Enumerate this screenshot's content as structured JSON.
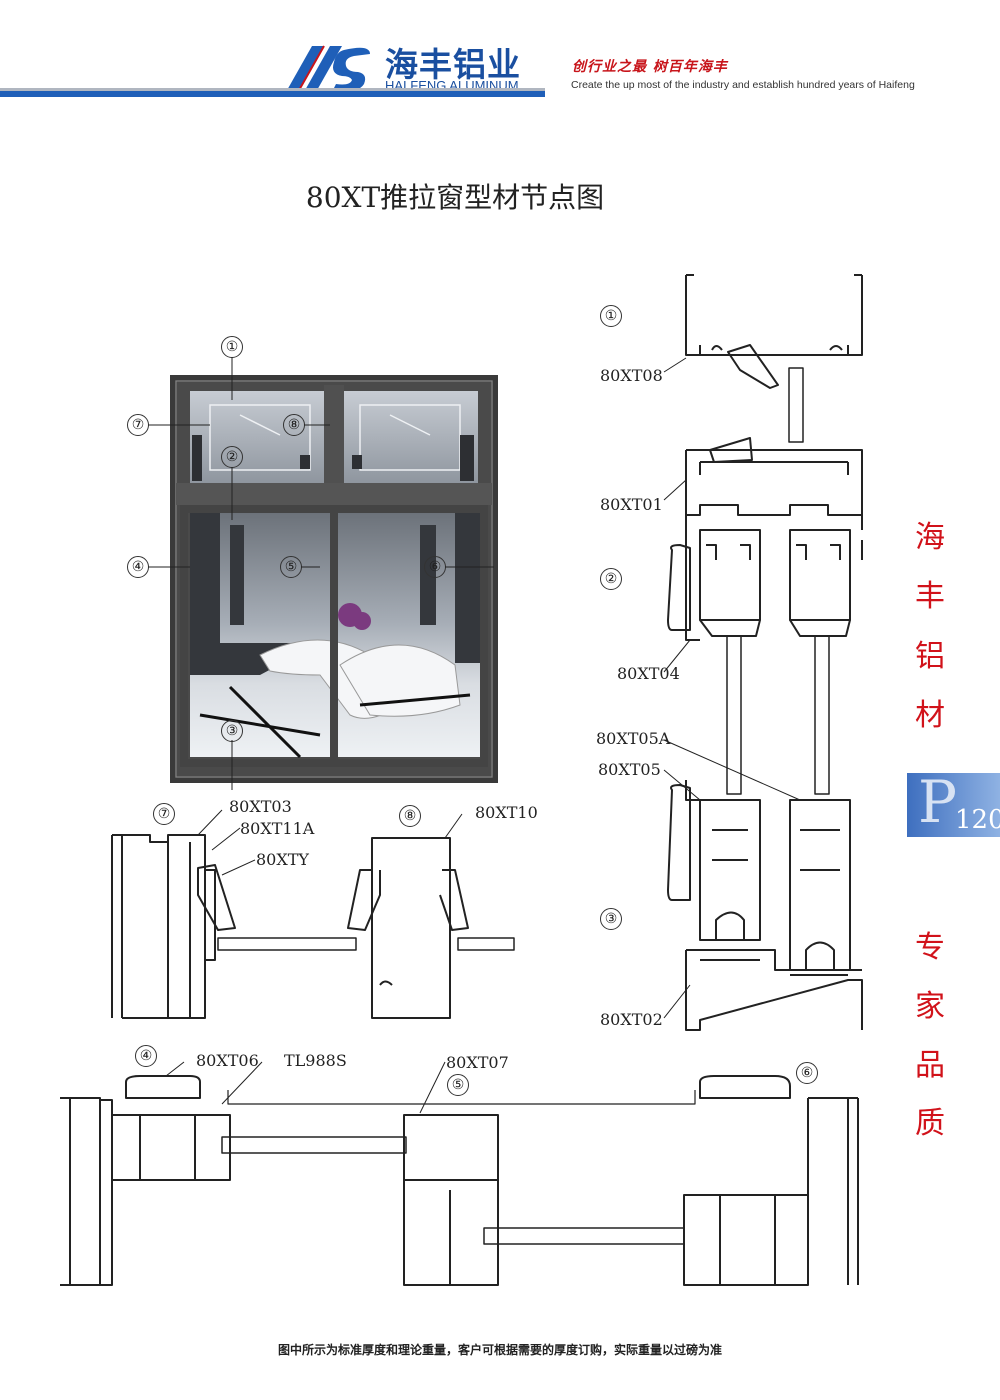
{
  "header": {
    "brand_cn": "海丰铝业",
    "brand_en": "HAI FENG ALUMINUM",
    "slogan_cn": "创行业之最  树百年海丰",
    "slogan_en": "Create the up most of the industry and establish hundred years of Haifeng",
    "colors": {
      "brand_blue": "#1f5fb8",
      "slogan_red": "#c8151b"
    }
  },
  "title": "80XT推拉窗型材节点图",
  "side_tagline": {
    "top": [
      "海",
      "丰",
      "铝",
      "材"
    ],
    "bottom": [
      "专",
      "家",
      "品",
      "质"
    ],
    "page_letter": "P",
    "page_number": "120",
    "color": "#d1121a"
  },
  "elevation": {
    "markers": [
      "①",
      "②",
      "③",
      "④",
      "⑤",
      "⑥",
      "⑦",
      "⑧"
    ]
  },
  "section_right": {
    "markers": [
      "①",
      "②",
      "③"
    ],
    "parts": [
      "80XT08",
      "80XT01",
      "80XT04",
      "80XT05A",
      "80XT05",
      "80XT02"
    ]
  },
  "section_transom": {
    "markers": [
      "⑦",
      "⑧"
    ],
    "parts": [
      "80XT03",
      "80XT11A",
      "80XTY",
      "80XT10"
    ]
  },
  "section_bottom": {
    "markers": [
      "④",
      "⑤",
      "⑥"
    ],
    "parts": [
      "80XT06",
      "TL988S",
      "80XT07"
    ]
  },
  "footer": "图中所示为标准厚度和理论重量，客户可根据需要的厚度订购，实际重量以过磅为准"
}
